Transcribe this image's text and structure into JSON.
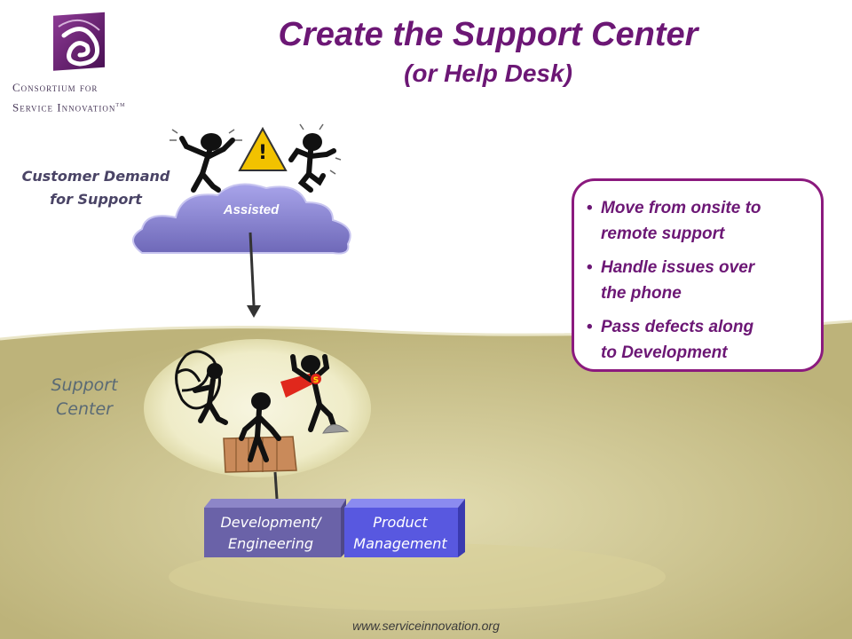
{
  "title": "Create the Support Center",
  "subtitle": "(or Help Desk)",
  "logo": {
    "line1": "Consortium for",
    "line2": "Service Innovation",
    "trademark": "TM"
  },
  "demand_label": {
    "line1": "Customer Demand",
    "line2": "for Support"
  },
  "cloud_label": "Assisted",
  "support_center_label": {
    "line1": "Support",
    "line2": "Center"
  },
  "callout": {
    "items": [
      {
        "line1": "Move from onsite to",
        "line2": "remote support"
      },
      {
        "line1": "Handle issues over",
        "line2": "the phone"
      },
      {
        "line1": "Pass defects along",
        "line2": "to Development"
      }
    ],
    "bullet": "•"
  },
  "boxes": {
    "dev": {
      "line1": "Development/",
      "line2": "Engineering"
    },
    "pm": {
      "line1": "Product",
      "line2": "Management"
    }
  },
  "warning_symbol": "!",
  "hero_emblem": "S",
  "url": "www.serviceinnovation.org",
  "colors": {
    "title": "#6c1775",
    "ground": "#c8c08a",
    "cloud": "#8f8ad8",
    "callout_border": "#8b1a7e",
    "dev_box": "#6a62a8",
    "pm_box": "#5858e0"
  },
  "icons": [
    "logo-spiral-icon",
    "warning-icon",
    "stick-figure-icon",
    "arrow-down-icon"
  ]
}
